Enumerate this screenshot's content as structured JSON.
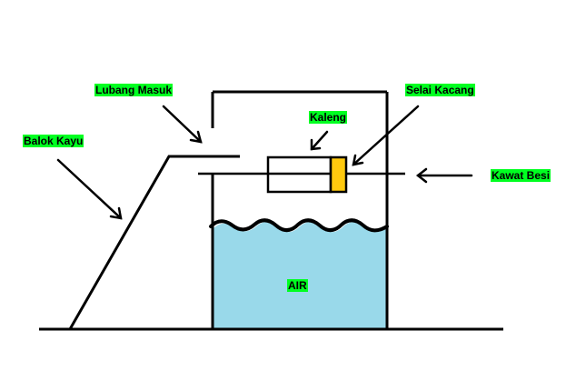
{
  "labels": {
    "lubang_masuk": "Lubang Masuk",
    "selai_kacang": "Selai Kacang",
    "kaleng": "Kaleng",
    "balok_kayu": "Balok Kayu",
    "kawat_besi": "Kawat Besi",
    "air": "AIR"
  },
  "colors": {
    "label_highlight": "#00ff21",
    "water": "#99d9ea",
    "peanut_butter": "#ffc90e",
    "line": "#000000",
    "background": "#ffffff"
  }
}
